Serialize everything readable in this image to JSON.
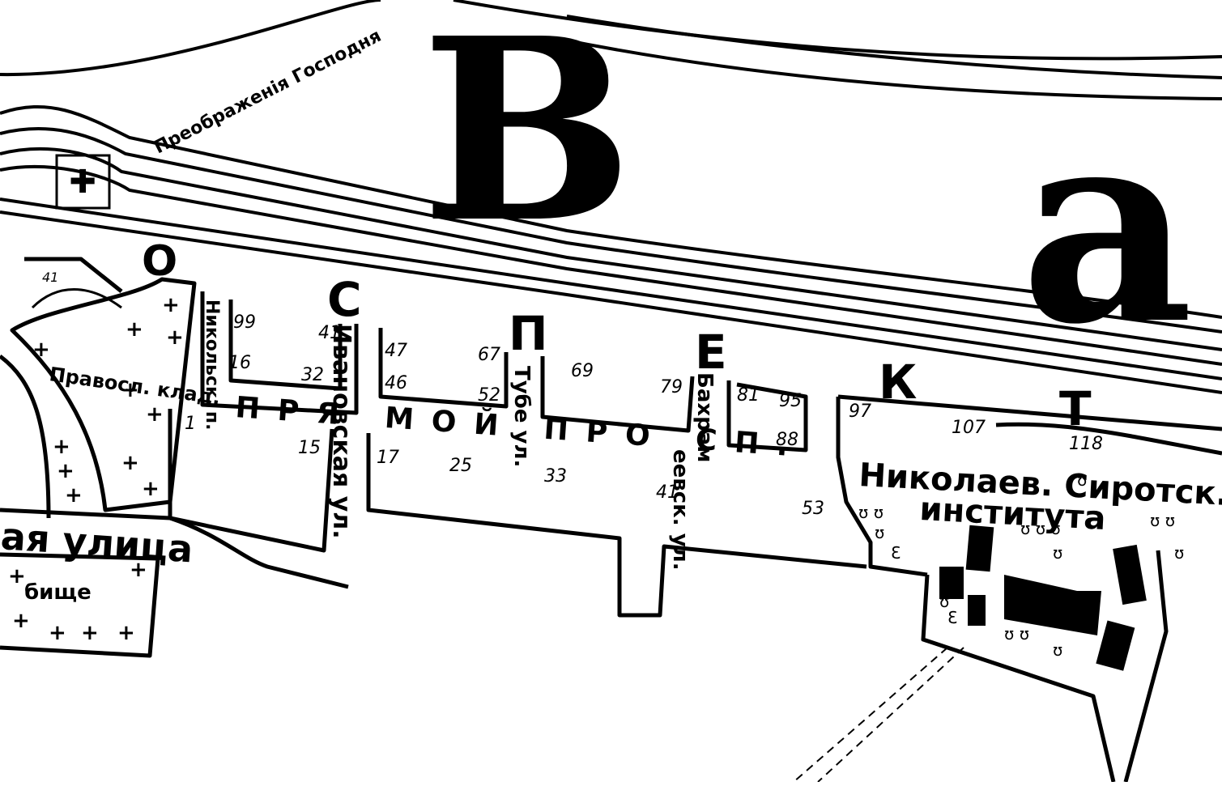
{
  "map": {
    "water_letters": [
      "В",
      "а"
    ],
    "prospect_letters": [
      "О",
      "С",
      "П",
      "Е",
      "К",
      "Т"
    ],
    "church_label": "Преображенiя Господня",
    "church_number": "41",
    "cemetery_upper": "Правосл. клад.",
    "cemetery_lower": "бище",
    "street_bottom": "ая улица",
    "street_main": "ПРЯ МОЙ ПРО СП.",
    "street_nikolsky": "Никольск. п.",
    "street_ivanovskaya": "Ивановская ул.",
    "street_tube": "Тубе ул.",
    "street_bakhrameevskaya_upper": "Бахрам",
    "street_bakhrameevskaya_lower": "еевск. ул.",
    "institute_line1": "Николаев. Сиротск.",
    "institute_line2": "инститyта",
    "house_numbers": [
      "99",
      "41",
      "16",
      "32",
      "1",
      "15",
      "47",
      "67",
      "46",
      "52",
      "17",
      "25",
      "69",
      "79",
      "33",
      "41",
      "81",
      "95",
      "88",
      "53",
      "97",
      "107",
      "118"
    ]
  }
}
